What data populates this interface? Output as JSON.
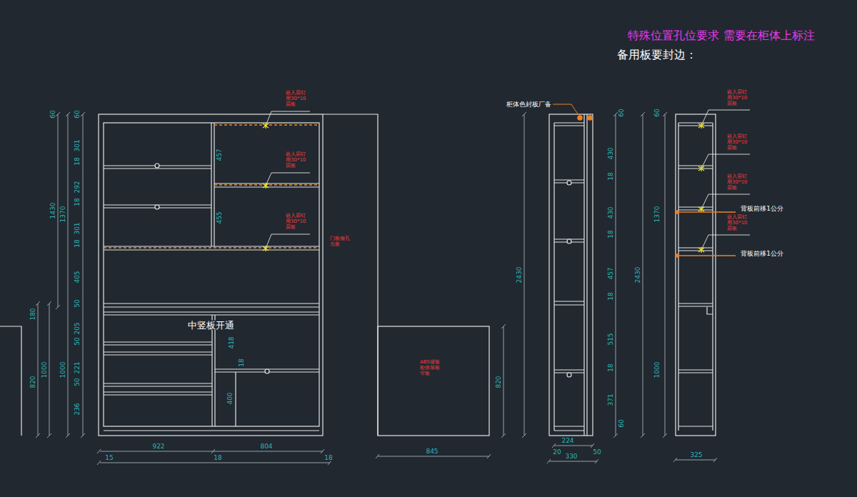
{
  "diagram": {
    "labels": [
      "特殊位置孔位要求 需要在柜体上标注",
      "备用板要封边：",
      "嵌入层钉 用30*10 层板",
      "嵌入层钉 用30*10 层板",
      "柜体色封板厂备",
      "嵌入层钉 用30*10 层板",
      "嵌入层钉 用30*10 层板",
      "嵌入层钉 用30*10 层板",
      "背板前移1公分",
      "嵌入层钉 用30*10 层板",
      "嵌入层钉 用30*10 层板",
      "门板做孔 光板",
      "背板前移1公分",
      "中竖板开通",
      "ABS背板 柜体厚板 窄板",
      "60",
      "60",
      "301",
      "18",
      "292",
      "18",
      "1430",
      "1370",
      "301",
      "18",
      "405",
      "50",
      "180",
      "205",
      "50",
      "418",
      "18",
      "221",
      "1000",
      "1000",
      "820",
      "50",
      "400",
      "236",
      "457",
      "455",
      "922",
      "804",
      "845",
      "15",
      "18",
      "18",
      "820",
      "2430",
      "60",
      "430",
      "18",
      "430",
      "18",
      "457",
      "18",
      "515",
      "18",
      "371",
      "60",
      "2430",
      "224",
      "20",
      "50",
      "330",
      "60",
      "1370",
      "1000",
      "325"
    ]
  }
}
